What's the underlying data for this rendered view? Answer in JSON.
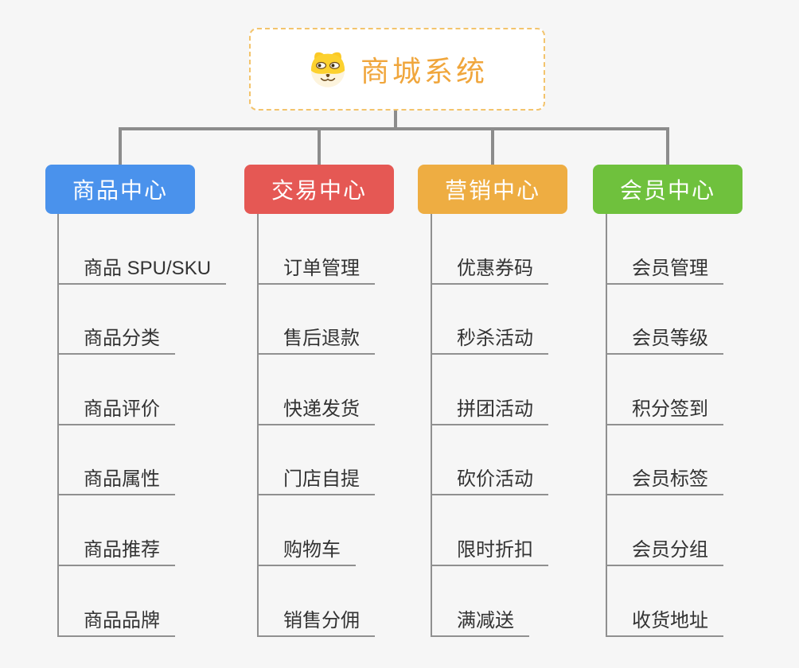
{
  "root": {
    "title": "商城系统",
    "icon": "dog-face-icon"
  },
  "branches": [
    {
      "label": "商品中心",
      "color": "#4a92ec",
      "children": [
        "商品 SPU/SKU",
        "商品分类",
        "商品评价",
        "商品属性",
        "商品推荐",
        "商品品牌"
      ]
    },
    {
      "label": "交易中心",
      "color": "#e55854",
      "children": [
        "订单管理",
        "售后退款",
        "快递发货",
        "门店自提",
        "购物车",
        "销售分佣"
      ]
    },
    {
      "label": "营销中心",
      "color": "#eead42",
      "children": [
        "优惠券码",
        "秒杀活动",
        "拼团活动",
        "砍价活动",
        "限时折扣",
        "满减送"
      ]
    },
    {
      "label": "会员中心",
      "color": "#6fc13d",
      "children": [
        "会员管理",
        "会员等级",
        "积分签到",
        "会员标签",
        "会员分组",
        "收货地址"
      ]
    }
  ],
  "theme": {
    "background": "#f6f6f6",
    "connector": "#8c8c8c",
    "leaf_line": "#909090",
    "leaf_text": "#333333",
    "root_title": "#f0a63c",
    "root_border": "#f3c46d"
  }
}
